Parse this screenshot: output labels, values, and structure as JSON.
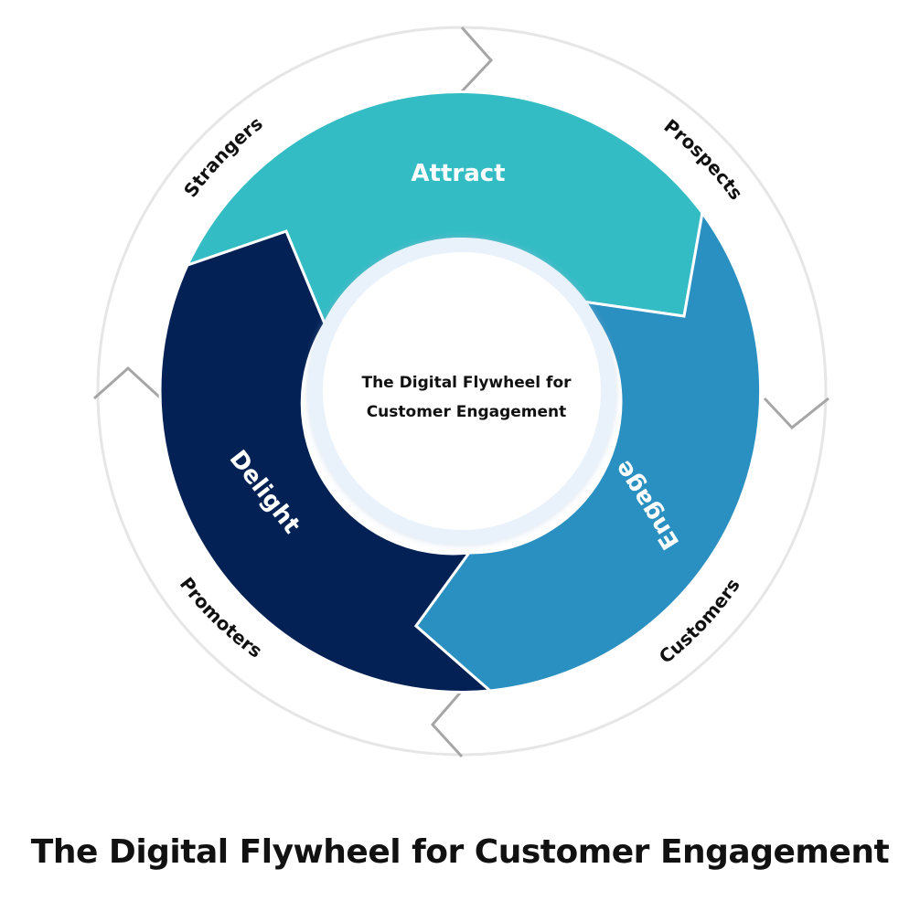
{
  "title": "The Digital Flywheel for Customer Engagement",
  "center": {
    "line1": "The Digital Flywheel for",
    "line2": "Customer Engagement"
  },
  "segments": {
    "attract": {
      "label": "Attract",
      "color": "#33BCC4"
    },
    "engage": {
      "label": "Engage",
      "color": "#2A8FC1"
    },
    "delight": {
      "label": "Delight",
      "color": "#032155"
    }
  },
  "stages": {
    "strangers": "Strangers",
    "prospects": "Prospects",
    "customers": "Customers",
    "promoters": "Promoters"
  },
  "colors": {
    "outer_ring_stroke": "#E6E6E6",
    "connector": "#A6A6A6",
    "center_ring": "#E9F2FB"
  }
}
